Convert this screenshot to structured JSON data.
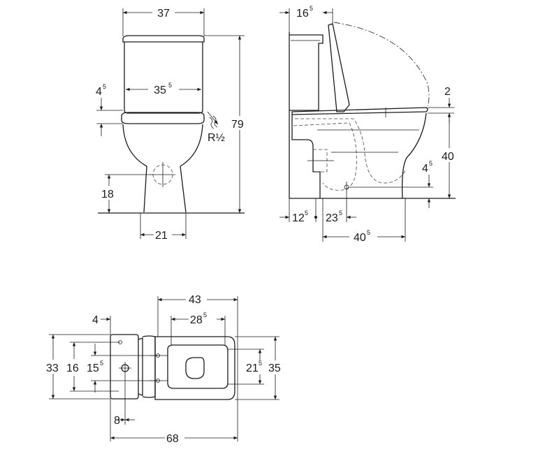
{
  "front_view": {
    "width_top": "37",
    "inner_width": {
      "main": "35",
      "sup": "5"
    },
    "gap": {
      "main": "4",
      "sup": "5"
    },
    "connection": "R½",
    "total_height": "79",
    "outlet_height": "18",
    "base_width": "21"
  },
  "side_view": {
    "tank_depth": {
      "main": "16",
      "sup": "5"
    },
    "seat_thickness": "2",
    "rim_height": "40",
    "outlet_offset": {
      "main": "4",
      "sup": "5"
    },
    "back_offset": {
      "main": "12",
      "sup": "5"
    },
    "outlet_distance": {
      "main": "23",
      "sup": "5"
    },
    "depth_from_wall": {
      "main": "40",
      "sup": "5"
    }
  },
  "top_view": {
    "total_width": "43",
    "seat_width": {
      "main": "28",
      "sup": "5"
    },
    "tank_offset": "4",
    "height_33": "33",
    "height_16": "16",
    "height_15": {
      "main": "15",
      "sup": "5"
    },
    "seat_depth": {
      "main": "21",
      "sup": "5"
    },
    "total_depth": "35",
    "fixing_offset": "8",
    "total_length": "68"
  }
}
